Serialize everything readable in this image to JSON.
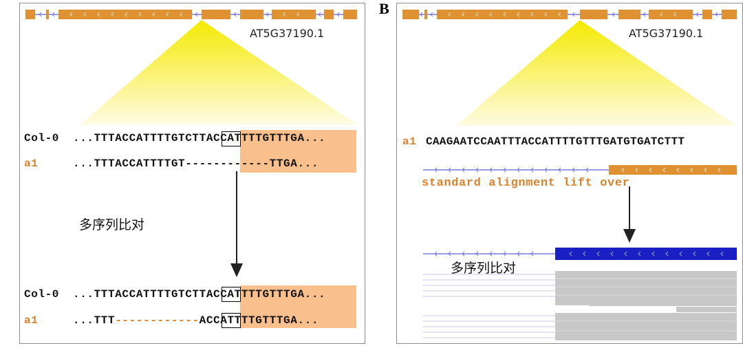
{
  "panel_b": {
    "label": "B",
    "gene_id": "AT5G37190.1",
    "seq_label": "a1",
    "sequence": "CAAGAATCCAATTTACCATTTTGTTTGATGTGATCTTT",
    "lift_label": "standard alignment lift over",
    "method_label": "多序列比对"
  },
  "panel_a": {
    "gene_id": "AT5G37190.1",
    "method_label": "多序列比对",
    "before": {
      "ref_label": "Col-0",
      "ref_seq": "...TTTACCATTTTGTCTTACCATTTTGTTTGA...",
      "alt_label": "a1",
      "alt_seq": "...TTTACCATTTTGT------------TTGA..."
    },
    "after": {
      "ref_label": "Col-0",
      "ref_seq": "...TTTACCATTTTGTCTTACCATTTTGTTTGA...",
      "alt_label": "a1",
      "alt_seq_prefix": "...TTT",
      "alt_seq_gap": "------------",
      "alt_seq_suffix": "ACCATTTTGTTTGA..."
    }
  },
  "colors": {
    "exon": "#e09233",
    "intron": "#7b78d8",
    "highlight": "#f9bf8c",
    "lifted_track": "#1a1fc4",
    "read": "#c8c8c8",
    "label_orange": "#d9822b"
  },
  "icons": [
    "intron-arrow-icon",
    "down-arrow-icon"
  ]
}
